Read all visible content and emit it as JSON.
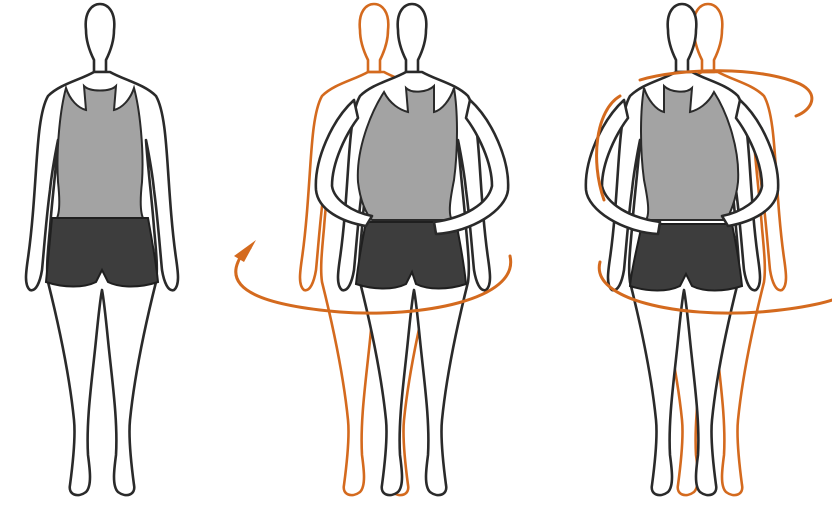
{
  "illustration": {
    "panels": [
      {
        "pose": "standing",
        "outline_color": "#2a2a2a"
      },
      {
        "pose": "torso-rotation-left",
        "outline_color": "#2a2a2a",
        "motion_color": "#d46a1e"
      },
      {
        "pose": "torso-rotation-right",
        "outline_color": "#2a2a2a",
        "motion_color": "#d46a1e"
      }
    ],
    "colors": {
      "tank_top": "#a3a3a3",
      "shorts": "#3d3d3d",
      "outline": "#2a2a2a",
      "motion": "#d46a1e",
      "background": "#ffffff"
    }
  }
}
